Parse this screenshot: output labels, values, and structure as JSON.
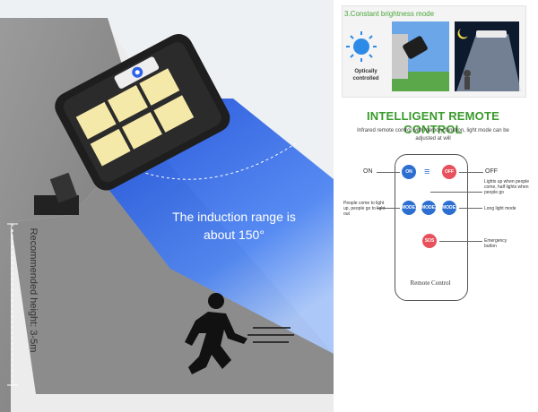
{
  "left_panel": {
    "induction_text": "The induction range is about 150°",
    "height_text": "Recommended height: 3-5m",
    "colors": {
      "beam": "#2e63e6",
      "wall": "#8a8a8a",
      "lamp_body": "#1e1e1e",
      "led": "#f4e9a8"
    },
    "icons": [
      "lamp-icon",
      "running-person-icon",
      "motion-lines-icon"
    ]
  },
  "mode_panel": {
    "title": "3.Constant brightness mode",
    "optically_label": "Optically controlled",
    "icons": [
      "sun-icon",
      "day-scene-icon",
      "night-scene-icon"
    ]
  },
  "remote_section": {
    "title": "INTELLIGENT REMOTE CONTROL",
    "description": "Infrared remote control with memory function, light mode can be adjusted at will",
    "on_label": "ON",
    "off_label": "OFF",
    "on_button": "ON",
    "off_button": "OFF",
    "mode_buttons": [
      "MODE1",
      "MODE2",
      "MODE3"
    ],
    "sos_button": "SOS",
    "notes": {
      "mode1": "People come to light up, people go to light out",
      "mode2": "Lights up when people come, half lights when people go",
      "mode3": "Long light mode",
      "sos": "Emergency button"
    },
    "remote_label": "Remote Control",
    "colors": {
      "title_green": "#3a9a2c",
      "button_blue": "#2d6fd1",
      "button_red": "#e8505b"
    }
  }
}
